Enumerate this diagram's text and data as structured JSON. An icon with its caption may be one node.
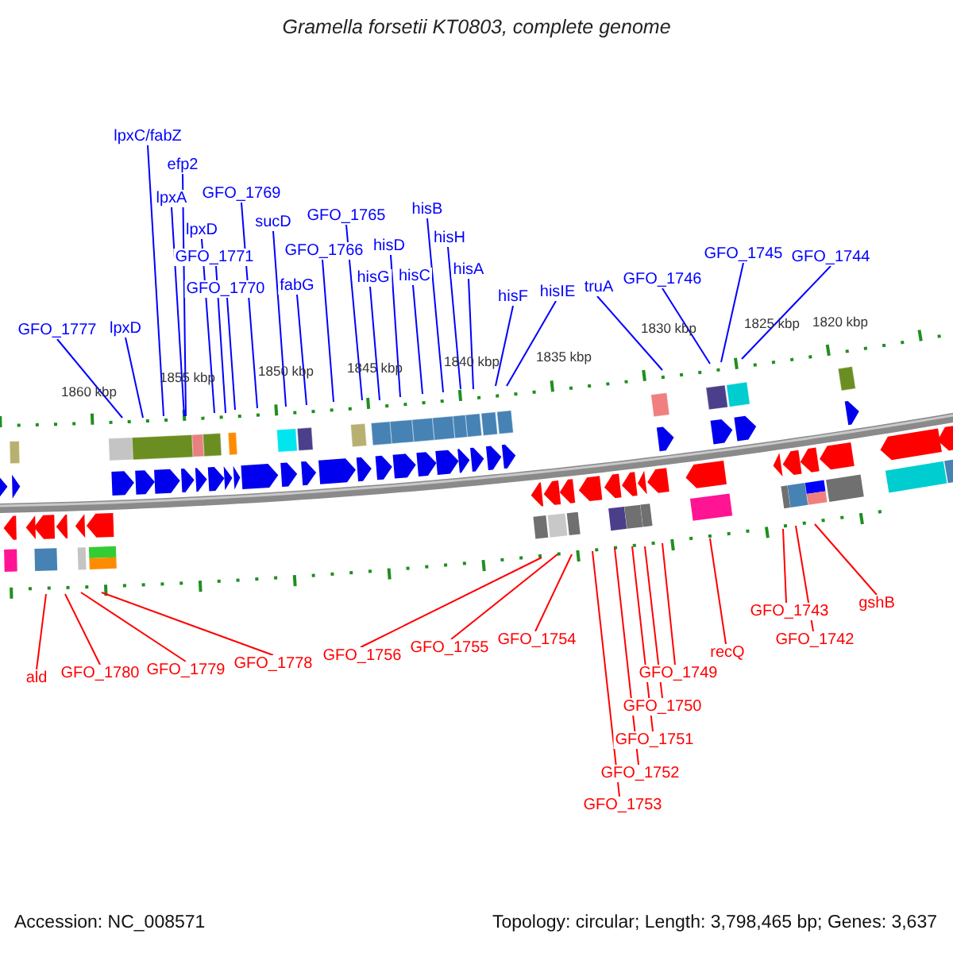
{
  "diagram": {
    "title": "Gramella forsetii KT0803, complete genome",
    "nodes": [
      {
        "text": [
          "lpxC/fabZ"
        ]
      },
      {
        "text": [
          "efp2"
        ]
      },
      {
        "text": [
          "GFO_1769"
        ]
      },
      {
        "text": [
          "lpxA"
        ]
      },
      {
        "text": [
          "hisB"
        ]
      },
      {
        "text": [
          "GFO_1765"
        ]
      },
      {
        "text": [
          "sucD"
        ]
      },
      {
        "text": [
          "lpxD"
        ]
      },
      {
        "text": [
          "hisH"
        ]
      },
      {
        "text": [
          "GFO_1766"
        ]
      },
      {
        "text": [
          "hisD"
        ]
      },
      {
        "text": [
          "GFO_1745"
        ]
      },
      {
        "text": [
          "GFO_1771"
        ]
      },
      {
        "text": [
          "GFO_1744"
        ]
      },
      {
        "text": [
          "hisA"
        ]
      },
      {
        "text": [
          "hisC"
        ]
      },
      {
        "text": [
          "hisG"
        ]
      },
      {
        "text": [
          "GFO_1746"
        ]
      },
      {
        "text": [
          "fabG"
        ]
      },
      {
        "text": [
          "truA"
        ]
      },
      {
        "text": [
          "GFO_1770"
        ]
      },
      {
        "text": [
          "hisIE"
        ]
      },
      {
        "text": [
          "hisF"
        ]
      },
      {
        "text": [
          "lpxD"
        ]
      },
      {
        "text": [
          "GFO_1777"
        ]
      },
      {
        "text": [
          "gshB"
        ]
      },
      {
        "text": [
          "GFO_1743"
        ]
      },
      {
        "text": [
          "GFO_1742"
        ]
      },
      {
        "text": [
          "GFO_1754"
        ]
      },
      {
        "text": [
          "GFO_1755"
        ]
      },
      {
        "text": [
          "recQ"
        ]
      },
      {
        "text": [
          "GFO_1756"
        ]
      },
      {
        "text": [
          "GFO_1778"
        ]
      },
      {
        "text": [
          "GFO_1779"
        ]
      },
      {
        "text": [
          "GFO_1780"
        ]
      },
      {
        "text": [
          "GFO_1749"
        ]
      },
      {
        "text": [
          "ald"
        ]
      },
      {
        "text": [
          "GFO_1750"
        ]
      },
      {
        "text": [
          "GFO_1751"
        ]
      },
      {
        "text": [
          "GFO_1752"
        ]
      },
      {
        "text": [
          "GFO_1753"
        ]
      }
    ],
    "edges": [
      {
        "from": 0,
        "to": null,
        "arrow": "none"
      },
      {
        "from": 1,
        "to": null,
        "arrow": "none"
      },
      {
        "from": 2,
        "to": null,
        "arrow": "none"
      },
      {
        "from": 3,
        "to": null,
        "arrow": "none"
      },
      {
        "from": 4,
        "to": null,
        "arrow": "none"
      },
      {
        "from": 5,
        "to": null,
        "arrow": "none"
      },
      {
        "from": 6,
        "to": null,
        "arrow": "none"
      },
      {
        "from": 7,
        "to": null,
        "arrow": "none"
      },
      {
        "from": 8,
        "to": null,
        "arrow": "none"
      },
      {
        "from": 9,
        "to": null,
        "arrow": "none"
      },
      {
        "from": 10,
        "to": null,
        "arrow": "none"
      },
      {
        "from": 11,
        "to": null,
        "arrow": "none"
      },
      {
        "from": 12,
        "to": null,
        "arrow": "none"
      },
      {
        "from": 13,
        "to": null,
        "arrow": "none"
      },
      {
        "from": 14,
        "to": null,
        "arrow": "none"
      },
      {
        "from": 15,
        "to": null,
        "arrow": "none"
      },
      {
        "from": 16,
        "to": null,
        "arrow": "none"
      },
      {
        "from": 17,
        "to": null,
        "arrow": "none"
      },
      {
        "from": 18,
        "to": null,
        "arrow": "none"
      },
      {
        "from": 19,
        "to": null,
        "arrow": "none"
      },
      {
        "from": 20,
        "to": null,
        "arrow": "none"
      },
      {
        "from": 21,
        "to": null,
        "arrow": "none"
      },
      {
        "from": 22,
        "to": null,
        "arrow": "none"
      },
      {
        "from": 23,
        "to": null,
        "arrow": "none"
      },
      {
        "from": 24,
        "to": null,
        "arrow": "none"
      },
      {
        "from": 25,
        "to": null,
        "arrow": "none",
        "color": "#ff0000"
      },
      {
        "from": 26,
        "to": null,
        "arrow": "none",
        "color": "#ff0000"
      },
      {
        "from": 27,
        "to": null,
        "arrow": "none",
        "color": "#ff0000"
      },
      {
        "from": 28,
        "to": null,
        "arrow": "none",
        "color": "#ff0000"
      },
      {
        "from": 29,
        "to": null,
        "arrow": "none",
        "color": "#ff0000"
      },
      {
        "from": 30,
        "to": null,
        "arrow": "none",
        "color": "#ff0000"
      },
      {
        "from": 31,
        "to": null,
        "arrow": "none",
        "color": "#ff0000"
      },
      {
        "from": 32,
        "to": null,
        "arrow": "none",
        "color": "#ff0000"
      },
      {
        "from": 33,
        "to": null,
        "arrow": "none",
        "color": "#ff0000"
      },
      {
        "from": 34,
        "to": null,
        "arrow": "none",
        "color": "#ff0000"
      },
      {
        "from": 35,
        "to": null,
        "arrow": "none",
        "color": "#ff0000"
      },
      {
        "from": 36,
        "to": null,
        "arrow": "none",
        "color": "#ff0000"
      },
      {
        "from": 37,
        "to": null,
        "arrow": "none",
        "color": "#ff0000"
      },
      {
        "from": 38,
        "to": null,
        "arrow": "none",
        "color": "#ff0000"
      },
      {
        "from": 39,
        "to": null,
        "arrow": "none",
        "color": "#ff0000"
      },
      {
        "from": 40,
        "to": null,
        "arrow": "none",
        "color": "#ff0000"
      }
    ],
    "labels": [
      "1860 kbp",
      "1855 kbp",
      "1850 kbp",
      "1845 kbp",
      "1840 kbp",
      "1835 kbp",
      "1830 kbp",
      "1825 kbp",
      "1820 kbp",
      "Accession: NC_008571",
      "Topology: circular; Length: 3,798,465 bp; Genes: 3,637"
    ]
  }
}
